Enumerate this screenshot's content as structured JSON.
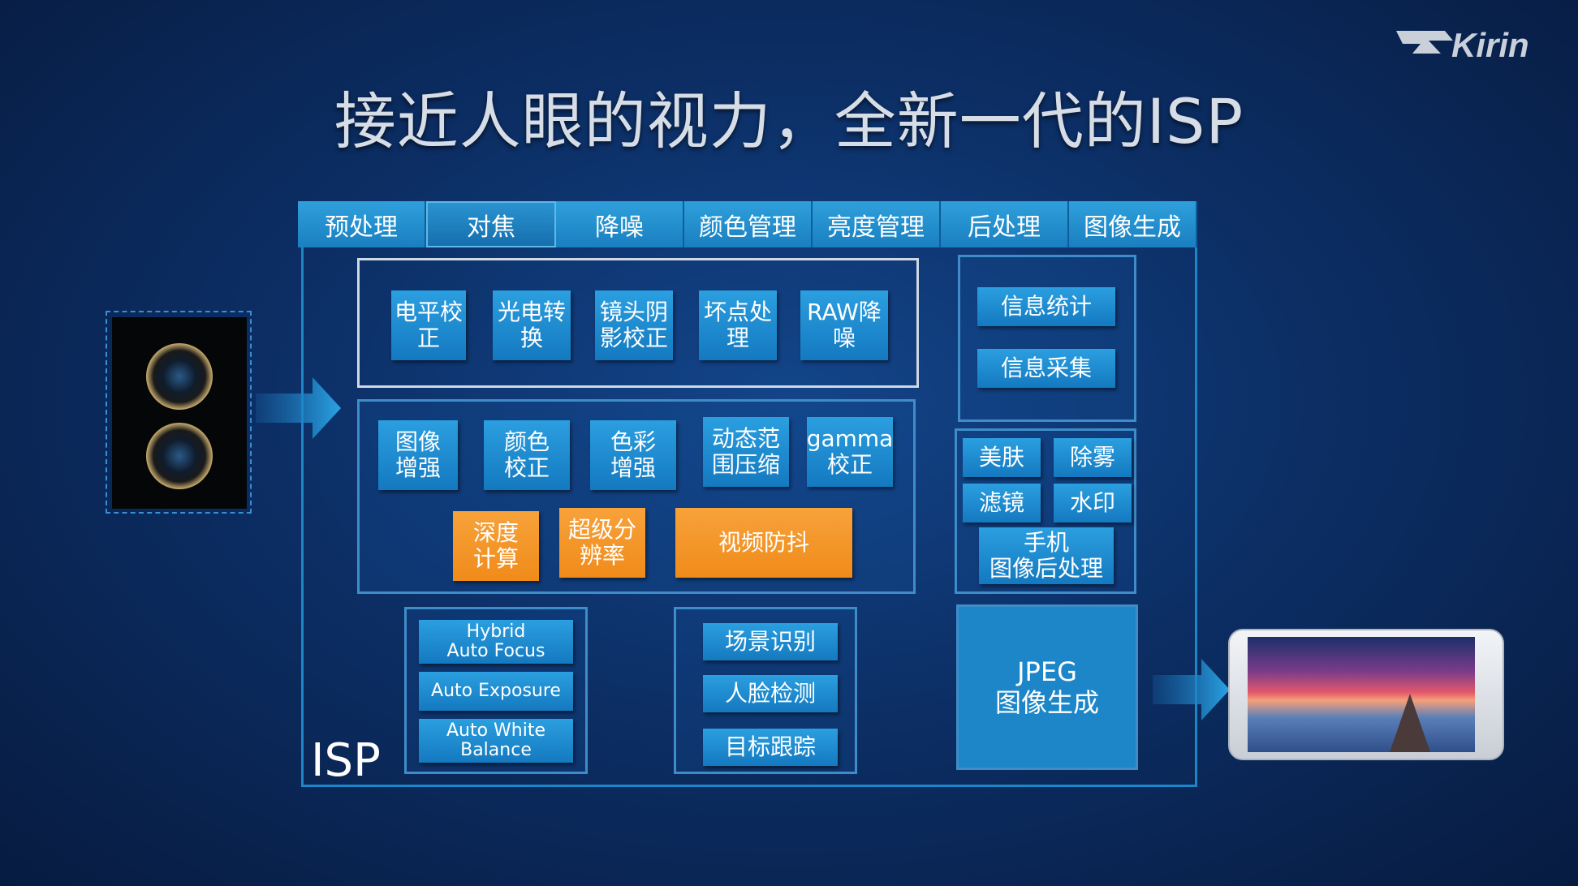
{
  "title": "接近人眼的视力，全新一代的ISP",
  "logo": {
    "text": "Kirin"
  },
  "stages": [
    "预处理",
    "对焦",
    "降噪",
    "颜色管理",
    "亮度管理",
    "后处理",
    "图像生成"
  ],
  "raw_group": [
    "电平校\n正",
    "光电转\n换",
    "镜头阴\n影校正",
    "坏点处\n理",
    "RAW降\n噪"
  ],
  "color_group": [
    "图像\n增强",
    "颜色\n校正",
    "色彩\n增强",
    "动态范\n围压缩",
    "gamma\n校正"
  ],
  "new_features": [
    "深度\n计算",
    "超级分\n辨率",
    "视频防抖"
  ],
  "control_group": [
    "Hybrid\nAuto Focus",
    "Auto Exposure",
    "Auto White\nBalance"
  ],
  "vision_group": [
    "场景识别",
    "人脸检测",
    "目标跟踪"
  ],
  "stats_group": [
    "信息统计",
    "信息采集"
  ],
  "post_group": {
    "items": [
      "美肤",
      "除雾",
      "滤镜",
      "水印"
    ],
    "label": "手机\n图像后处理"
  },
  "jpeg": "JPEG\n图像生成",
  "isp_label": "ISP",
  "icons": {
    "camera": "dual-camera-icon",
    "phone": "phone-icon",
    "arrow": "arrow-right-icon"
  },
  "colors": {
    "blue_block": "#1a8ad0",
    "orange_block": "#f39a26",
    "frame": "#1c86c8"
  }
}
